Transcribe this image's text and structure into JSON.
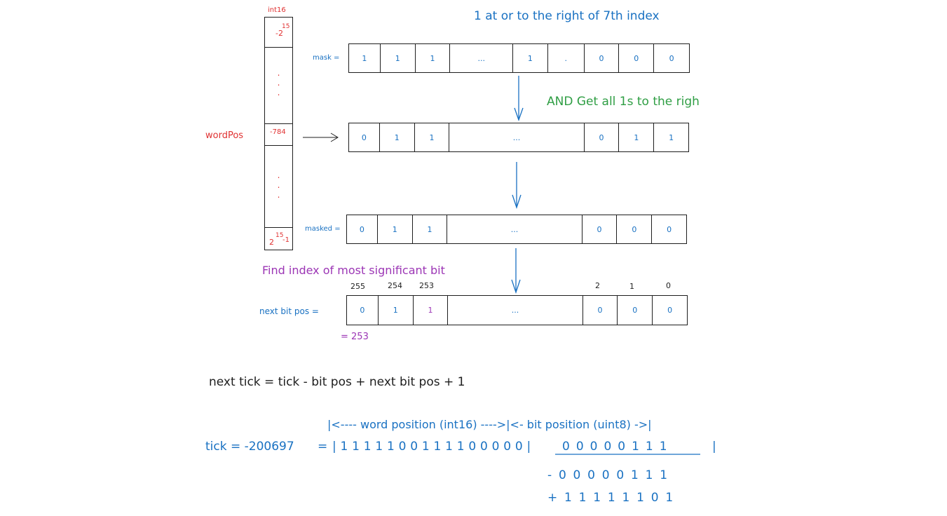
{
  "column": {
    "type_label": "int16",
    "top_value_base": "-2",
    "top_value_exp": "15",
    "middle_value": "-784",
    "bottom_value_base": "2",
    "bottom_value_exp": "15",
    "bottom_value_suffix": "-1",
    "dot": "."
  },
  "word_pos_label": "wordPos",
  "annotations": {
    "mask_title": "1 at or to the right of 7th index",
    "and_title": "AND Get all 1s to the righ",
    "msb_title": "Find index of most significant bit",
    "result": "= 253",
    "formula": "next tick = tick - bit pos + next bit pos + 1"
  },
  "rows": {
    "mask": {
      "label": "mask =",
      "cells": [
        "1",
        "1",
        "1",
        "...",
        "1",
        ".",
        "0",
        "0",
        "0"
      ]
    },
    "word": {
      "label": "",
      "cells": [
        "0",
        "1",
        "1",
        "...",
        "0",
        "1",
        "1"
      ]
    },
    "masked": {
      "label": "masked =",
      "cells": [
        "0",
        "1",
        "1",
        "...",
        "0",
        "0",
        "0"
      ]
    },
    "next": {
      "label": "next bit pos =",
      "cells": [
        "0",
        "1",
        "1",
        "...",
        "0",
        "0",
        "0"
      ]
    }
  },
  "indices": [
    "255",
    "254",
    "253",
    "2",
    "1",
    "0"
  ],
  "tick": {
    "header": "|<---- word position (int16) ---->|<- bit position (uint8) ->|",
    "label": "tick = -200697",
    "eq": "=",
    "word_bits": "| 1 1 1 1 1 0 0 1 1 1 1 0 0 0 0 0 |",
    "bit_bits": "0 0 0 0 0 1 1 1",
    "end_bar": "|",
    "minus_line": "- 0 0 0 0 0 1 1 1",
    "plus_line": "+ 1 1 1 1 1 1 0 1"
  },
  "colors": {
    "red": "#e03131",
    "blue": "#1971c2",
    "green": "#2f9e44",
    "purple": "#9c36b5",
    "black": "#1e1e1e"
  }
}
